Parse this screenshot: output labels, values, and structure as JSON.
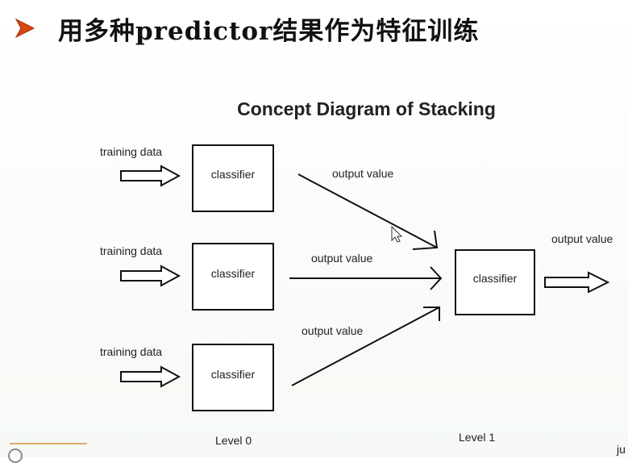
{
  "slide": {
    "title": "用多种predictor结果作为特征训练",
    "bullet_color": "#d9480f",
    "corner_text": "ju"
  },
  "diagram": {
    "title": "Concept Diagram of Stacking",
    "level0": {
      "label": "Level 0",
      "rows": [
        {
          "input_label": "training data",
          "classifier_label": "classifier",
          "output_label": "output value"
        },
        {
          "input_label": "training data",
          "classifier_label": "classifier",
          "output_label": "output value"
        },
        {
          "input_label": "training data",
          "classifier_label": "classifier",
          "output_label": "output value"
        }
      ]
    },
    "level1": {
      "label": "Level 1",
      "classifier_label": "classifier",
      "output_label": "output value"
    }
  }
}
